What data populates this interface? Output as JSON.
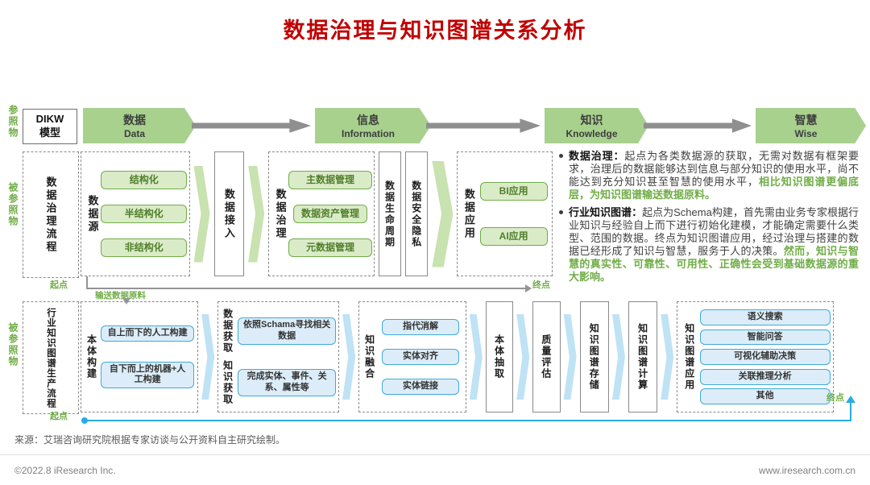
{
  "title": "数据治理与知识图谱关系分析",
  "colors": {
    "title_red": "#C00000",
    "accent_green": "#70AD47",
    "accent_blue": "#29ABE2",
    "stage_green": "#A9D18E"
  },
  "dikw": {
    "side_label": "参照物",
    "model_line1": "DIKW",
    "model_line2": "模型",
    "stages": [
      {
        "zh": "数据",
        "en": "Data"
      },
      {
        "zh": "信息",
        "en": "Information"
      },
      {
        "zh": "知识",
        "en": "Knowledge"
      },
      {
        "zh": "智慧",
        "en": "Wise"
      }
    ]
  },
  "gov": {
    "side_label": "被参照物",
    "section_label": "数据治理流程",
    "source": {
      "label": "数据源",
      "items": [
        "结构化",
        "半结构化",
        "非结构化"
      ]
    },
    "access_label": "数据接入",
    "treat": {
      "label": "数据治理",
      "items": [
        "主数据管理",
        "数据资产管理",
        "元数据管理"
      ]
    },
    "lifecycle_label": "数据生命周期",
    "security_label": "数据安全隐私",
    "app": {
      "label": "数据应用",
      "items": [
        "BI应用",
        "AI应用"
      ]
    },
    "start_label": "起点",
    "end_label": "终点",
    "feed_label": "输送数据原料"
  },
  "notes": [
    {
      "head": "数据治理：",
      "body": "起点为各类数据源的获取，无需对数据有框架要求，治理后的数据能够达到信息与部分知识的使用水平，尚不能达到充分知识甚至智慧的使用水平，",
      "highlight": "相比知识图谱更偏底层，为知识图谱输送数据原料。"
    },
    {
      "head": "行业知识图谱：",
      "body": "起点为Schema构建，首先需由业务专家根据行业知识与经验自上而下进行初始化建模，才能确定需要什么类型、范围的数据。终点为知识图谱应用，经过治理与搭建的数据已经形成了知识与智慧，服务于人的决策。",
      "highlight": "然而，知识与智慧的真实性、可靠性、可用性、正确性会受到基础数据源的重大影响。"
    }
  ],
  "kg": {
    "side_label": "被参照物",
    "section_label": "行业知识图谱生产流程",
    "ontology": {
      "label": "本体构建",
      "items": [
        "自上而下的人工构建",
        "自下而上的机器+人工构建"
      ]
    },
    "acq": {
      "labels": [
        "数据获取",
        "知识获取"
      ],
      "items": [
        "依照Schama寻找相关数据",
        "完成实体、事件、关系、属性等"
      ]
    },
    "fusion": {
      "label": "知识融合",
      "items": [
        "指代消解",
        "实体对齐",
        "实体链接"
      ]
    },
    "extract_label": "本体抽取",
    "quality_label": "质量评估",
    "storage_label": "知识图谱存储",
    "compute_label": "知识图谱计算",
    "app": {
      "label": "知识图谱应用",
      "items": [
        "语义搜索",
        "智能问答",
        "可视化辅助决策",
        "关联推理分析",
        "其他"
      ]
    },
    "start_label": "起点",
    "end_label": "终点"
  },
  "source_note": "来源：艾瑞咨询研究院根据专家访谈与公开资料自主研究绘制。",
  "footer": {
    "left": "©2022.8 iResearch Inc.",
    "right": "www.iresearch.com.cn"
  }
}
